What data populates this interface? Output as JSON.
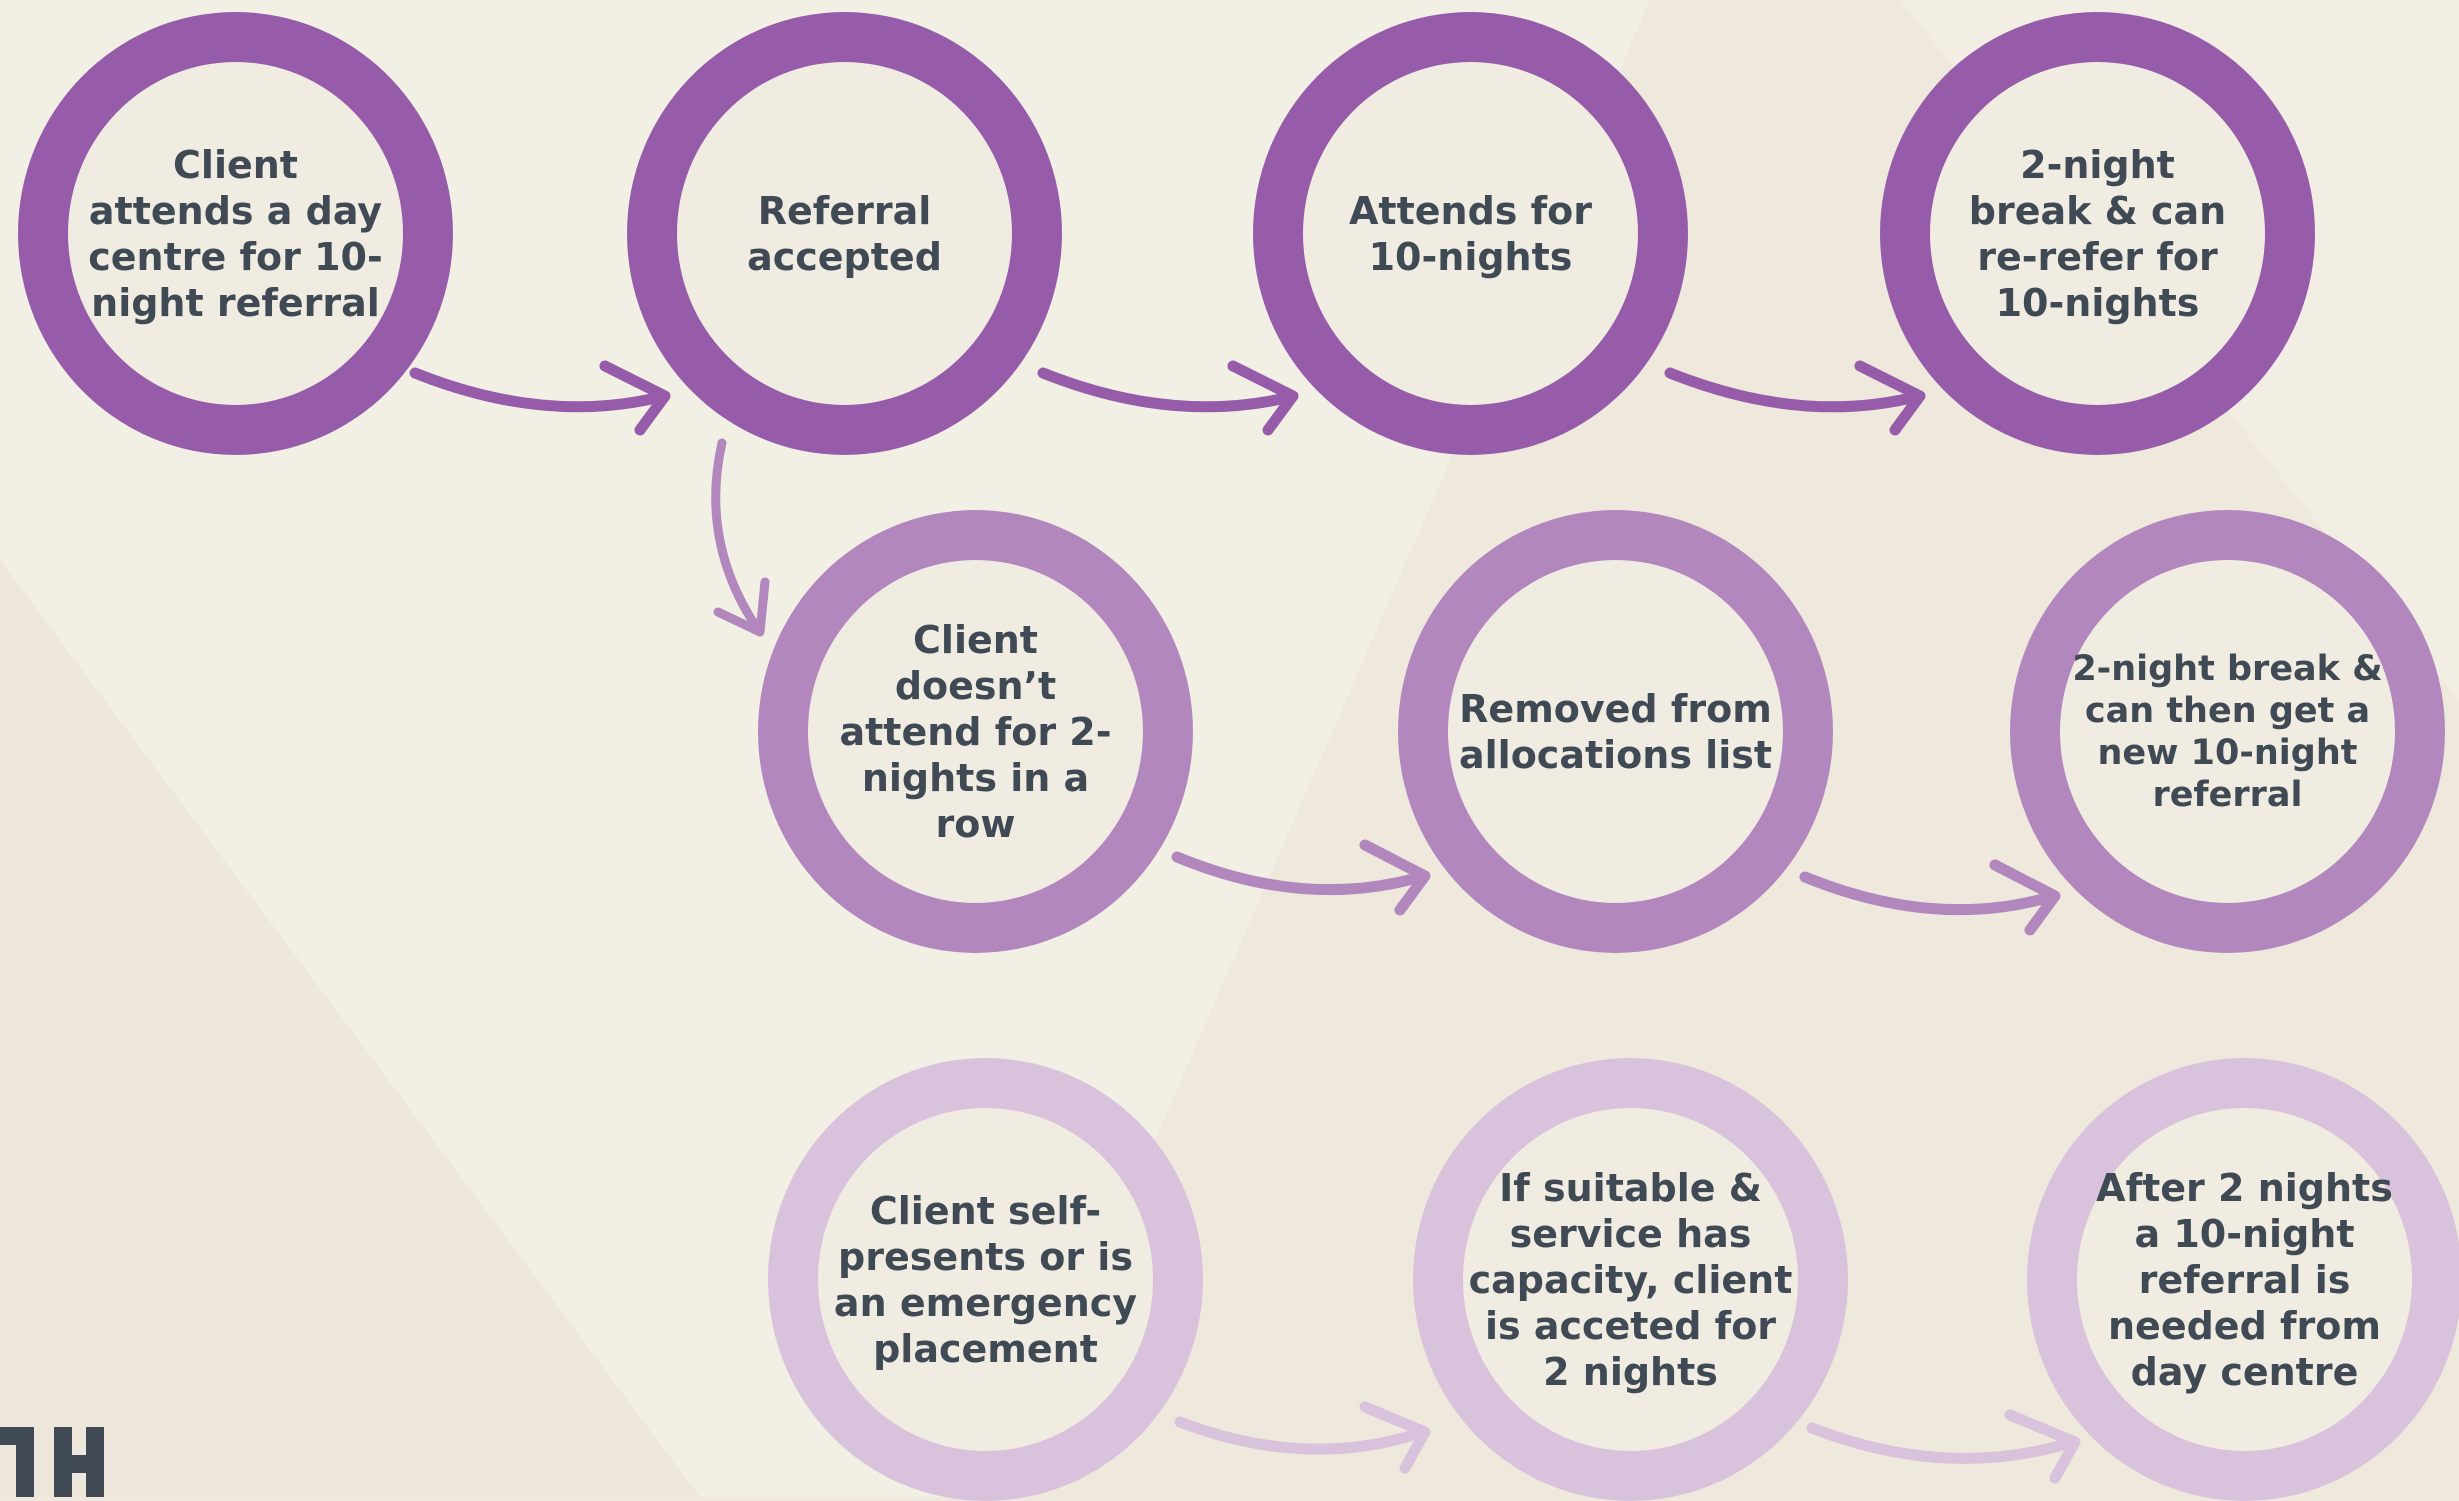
{
  "colors": {
    "background": "#efe9dd",
    "row1_ring": "#965ba9",
    "row2_ring": "#b287bd",
    "row3_ring": "#d9c3dc",
    "text": "#3f4a55",
    "circle_fill": "#f1ece2"
  },
  "row1": [
    {
      "text": "Client attends a day centre for 10-night referral"
    },
    {
      "text": "Referral accepted"
    },
    {
      "text": "Attends for 10-nights"
    },
    {
      "text": "2-night break & can re-refer for 10-nights"
    }
  ],
  "row2": [
    {
      "text": "Client doesn’t attend for 2-nights in a row"
    },
    {
      "text": "Removed from allocations list"
    },
    {
      "text": "2-night break & can then get a new 10-night referral"
    }
  ],
  "row3": [
    {
      "text": "Client self-presents or is an emergency placement"
    },
    {
      "text": "If suitable & service has capacity, client is acceted for 2 nights"
    },
    {
      "text": "After 2 nights  a  10-night referral is needed from day centre"
    }
  ],
  "icons": {
    "arrow": "curved-arrow-icon",
    "logo": "logo-fragment-icon"
  }
}
